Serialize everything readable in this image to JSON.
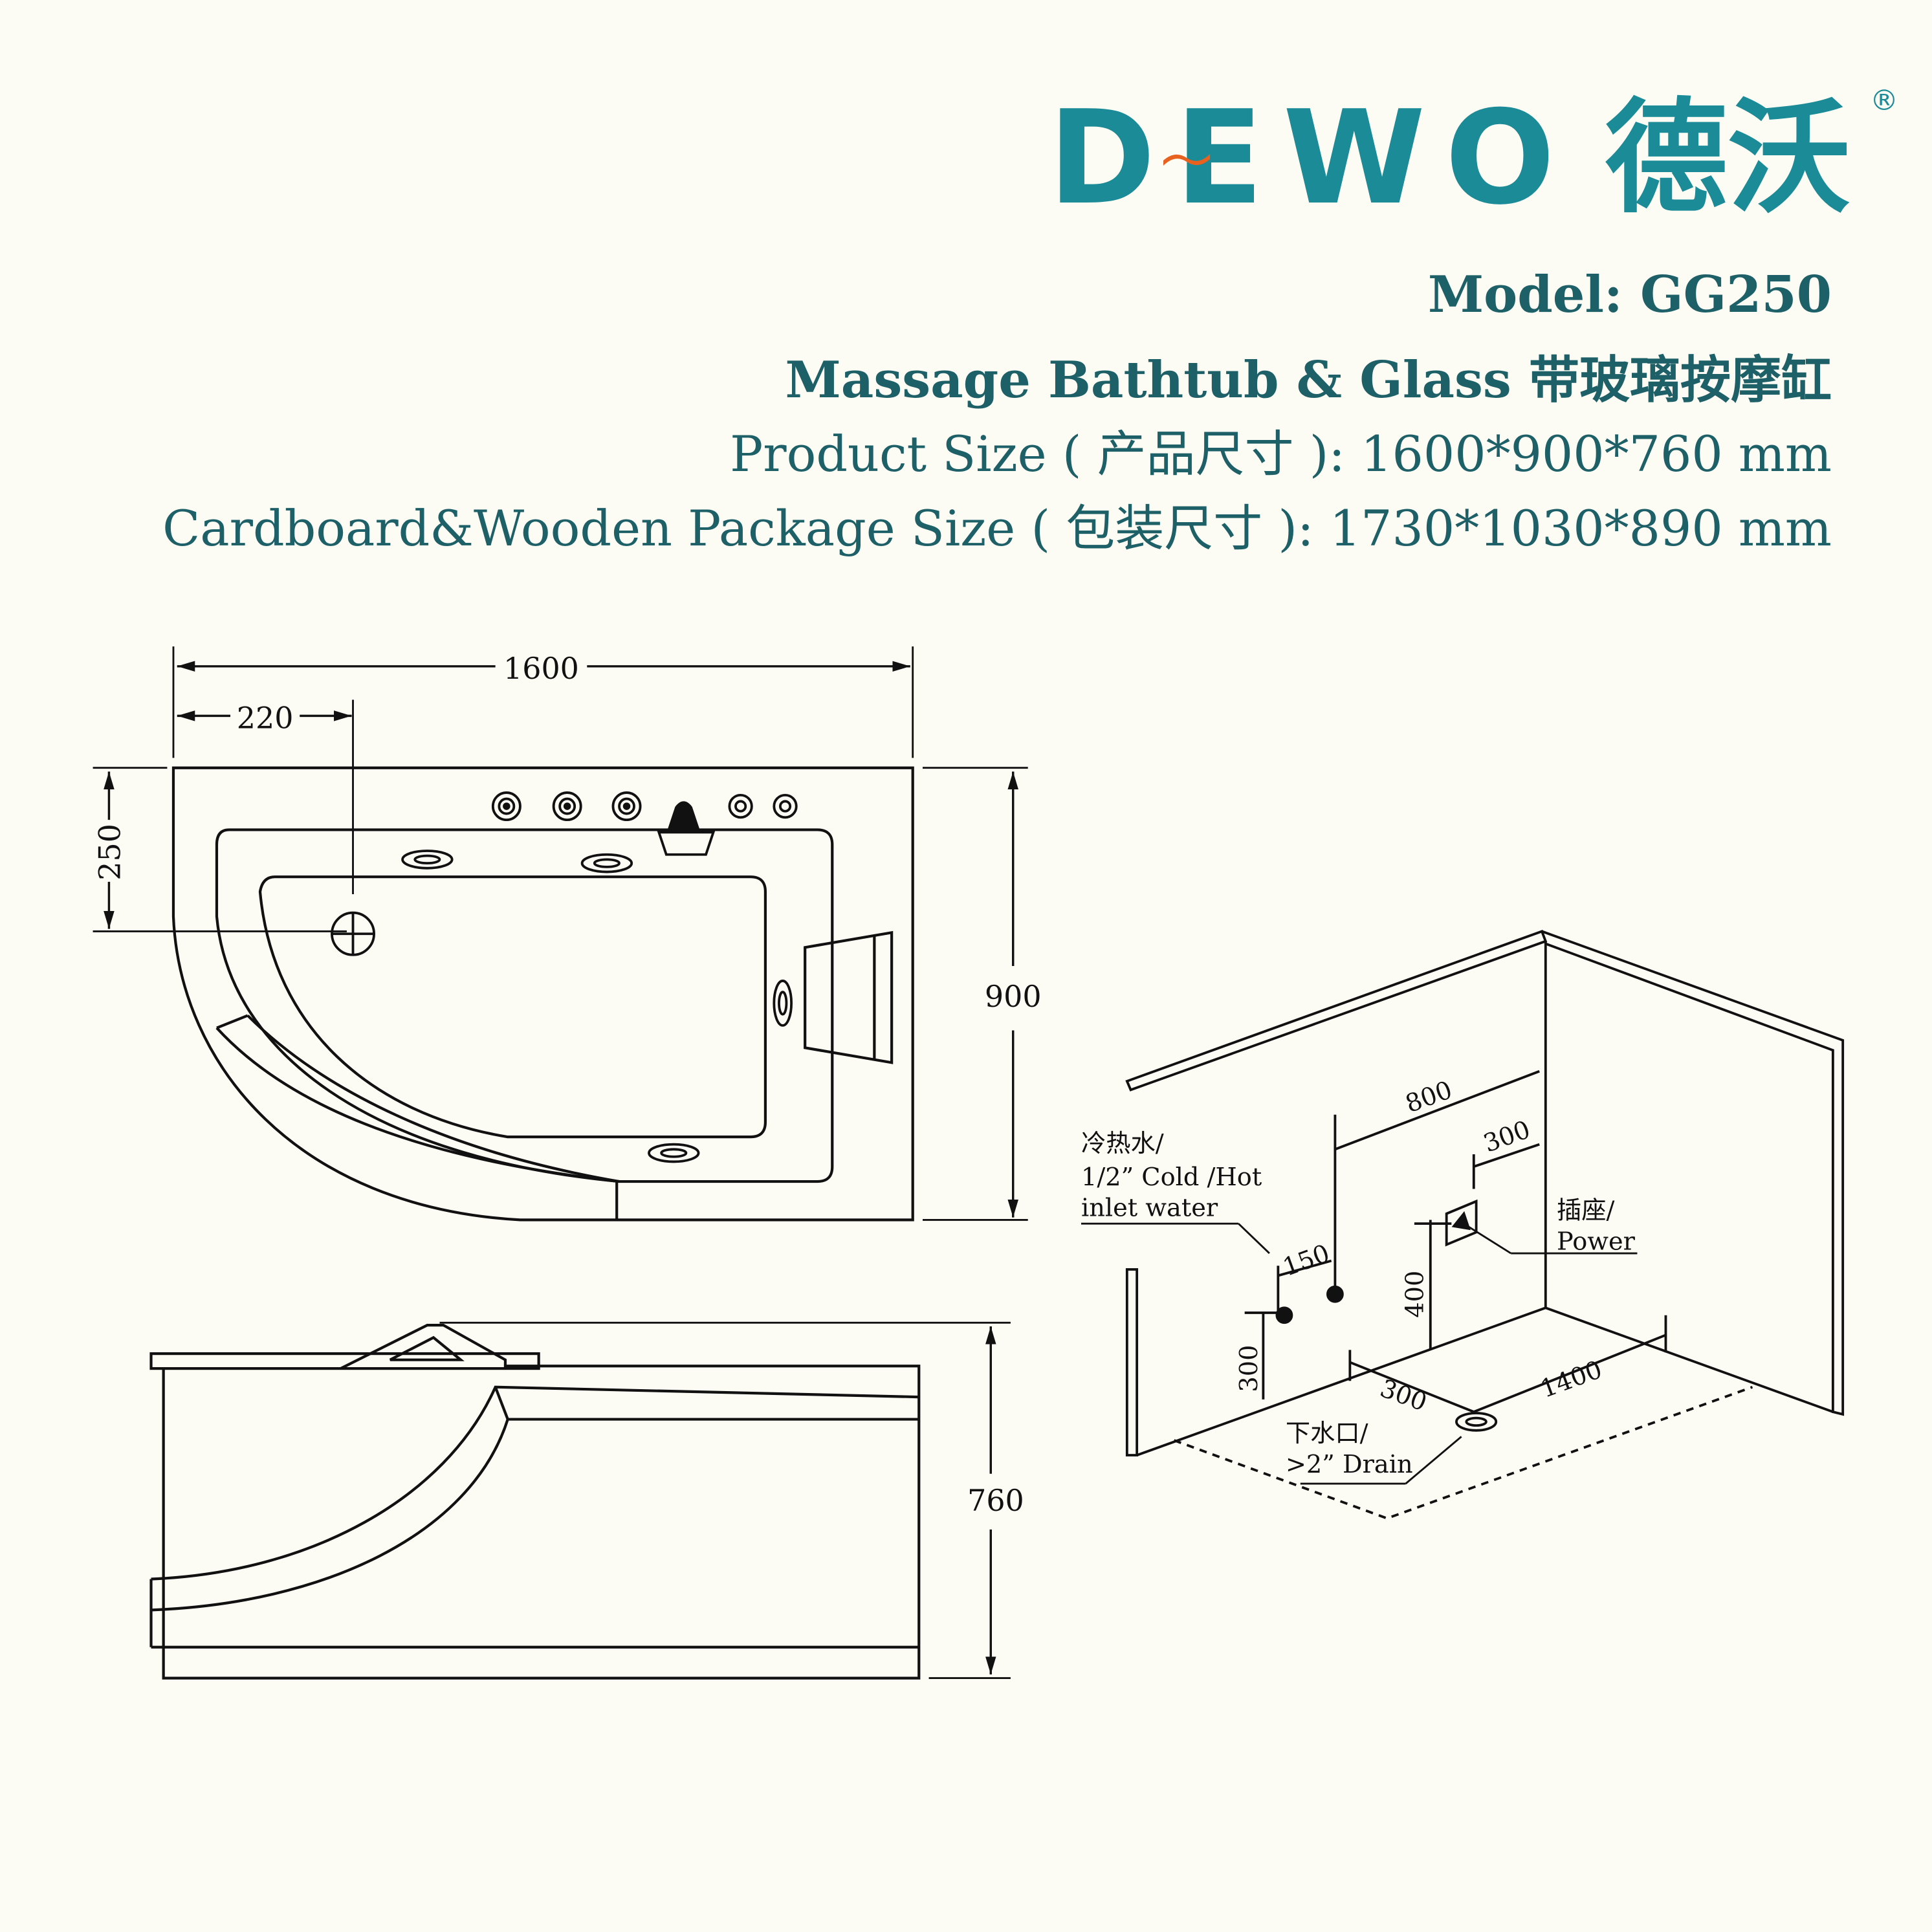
{
  "brand": {
    "logo_latin": "DEWO",
    "logo_chinese": "德沃",
    "registered_mark": "R",
    "color_primary": "#1b8b98",
    "color_accent": "#e8611e"
  },
  "header": {
    "model": "Model: GG250",
    "product_name": "Massage Bathtub & Glass 带玻璃按摩缸",
    "product_size": "Product Size ( 产品尺寸 ):  1600*900*760 mm",
    "package_size": "Cardboard&Wooden Package Size ( 包装尺寸 ):  1730*1030*890 mm",
    "text_color": "#1e6068"
  },
  "top_view": {
    "dim_length": "1600",
    "dim_drain_offset_x": "220",
    "dim_drain_offset_y": "250",
    "dim_width": "900"
  },
  "side_view": {
    "dim_height": "760"
  },
  "installation": {
    "dim_wall_width": "800",
    "dim_socket_offset": "300",
    "dim_inlet_spacing": "150",
    "dim_socket_height": "400",
    "dim_inlet_height": "300",
    "dim_drain_offset": "300",
    "dim_floor_length": "1400",
    "water_label_cn": "冷热水/",
    "water_label_en_1": "1/2” Cold /Hot",
    "water_label_en_2": "inlet water",
    "power_label_cn": "插座/",
    "power_label_en": "Power",
    "drain_label_cn": "下水口/",
    "drain_label_en": ">2” Drain"
  }
}
